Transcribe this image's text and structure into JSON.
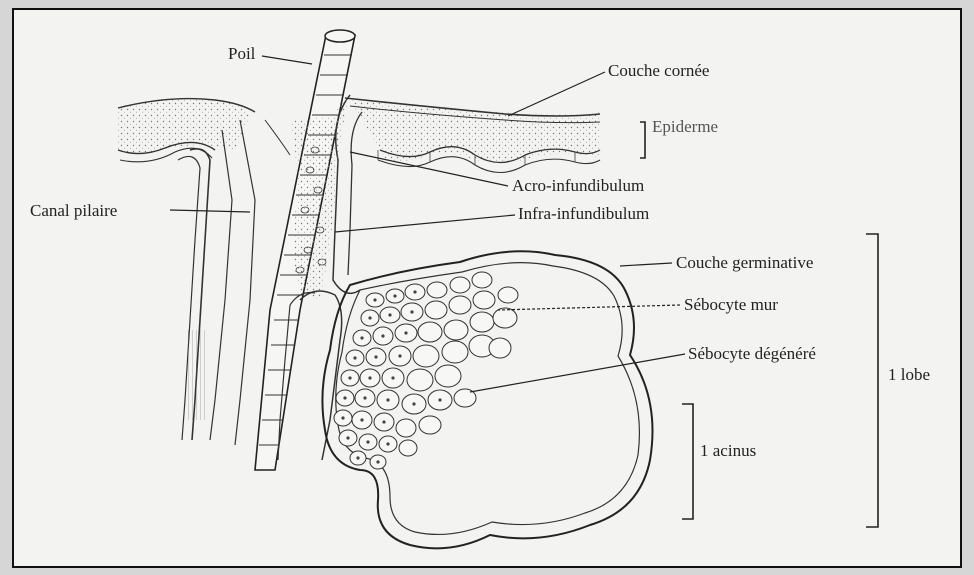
{
  "labels": {
    "poil": "Poil",
    "couche_cornee": "Couche cornée",
    "epiderme": "Epiderme",
    "canal_pilaire": "Canal pilaire",
    "acro_infundibulum": "Acro-infundibulum",
    "infra_infundibulum": "Infra-infundibulum",
    "couche_germinative": "Couche germinative",
    "sebocyte_mur": "Sébocyte mur",
    "sebocyte_degenere": "Sébocyte dégénéré",
    "lobe": "1 lobe",
    "acinus": "1 acinus"
  },
  "colors": {
    "ink": "#222222",
    "paper": "#f3f3f1",
    "frame": "#111111"
  }
}
